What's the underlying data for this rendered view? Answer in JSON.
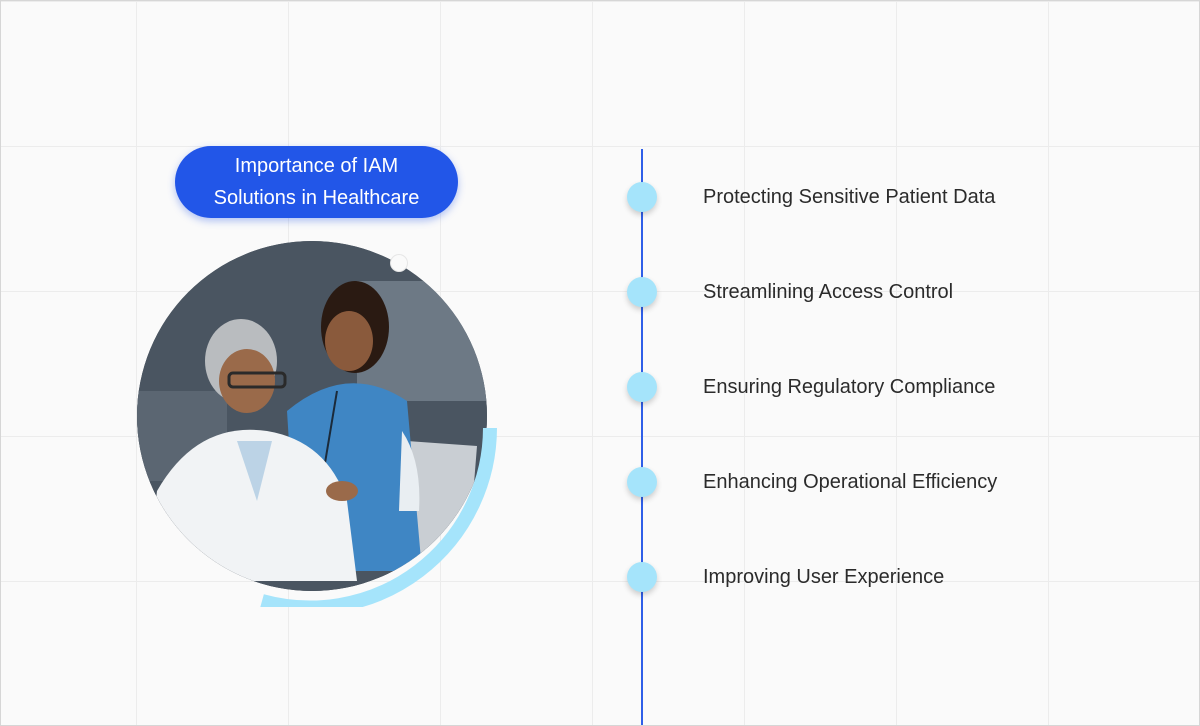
{
  "title": {
    "text": "Importance of IAM Solutions in Healthcare",
    "bg_color": "#2256e8"
  },
  "photo": {
    "alt": "healthcare professionals reviewing a laptop",
    "accent_color": "#a5e4fb"
  },
  "timeline": {
    "line_color": "#2f5fe8",
    "node_color": "#a5e4fb",
    "items": [
      {
        "label": "Protecting Sensitive Patient Data"
      },
      {
        "label": "Streamlining Access Control"
      },
      {
        "label": "Ensuring Regulatory Compliance"
      },
      {
        "label": "Enhancing Operational Efficiency"
      },
      {
        "label": "Improving User Experience"
      }
    ]
  }
}
